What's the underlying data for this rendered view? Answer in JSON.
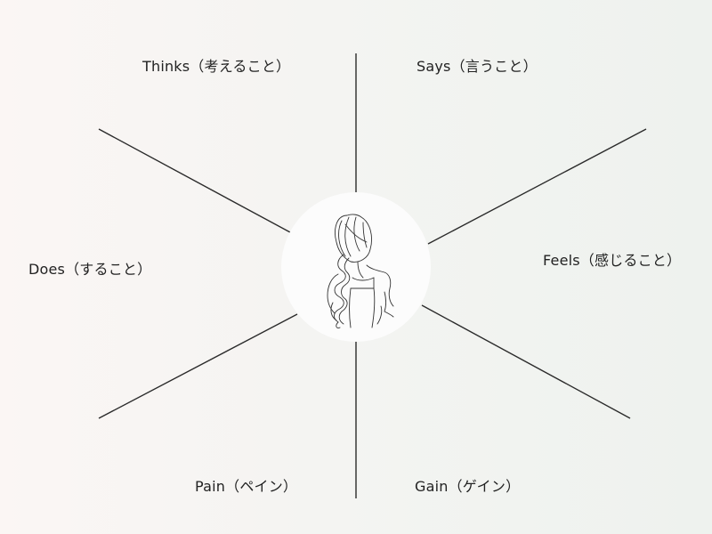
{
  "labels": {
    "thinks": "Thinks（考えること）",
    "says": "Says（言うこと）",
    "does": "Does（すること）",
    "feels": "Feels（感じること）",
    "pain": "Pain（ペイン）",
    "gain": "Gain（ゲイン）"
  },
  "center_icon": "braided-hair-woman-line-art-icon",
  "colors": {
    "line": "#2b2b2b",
    "circle": "#fcfcfc",
    "background_left": "#fbf6f4",
    "background_right": "#eef2ee"
  }
}
